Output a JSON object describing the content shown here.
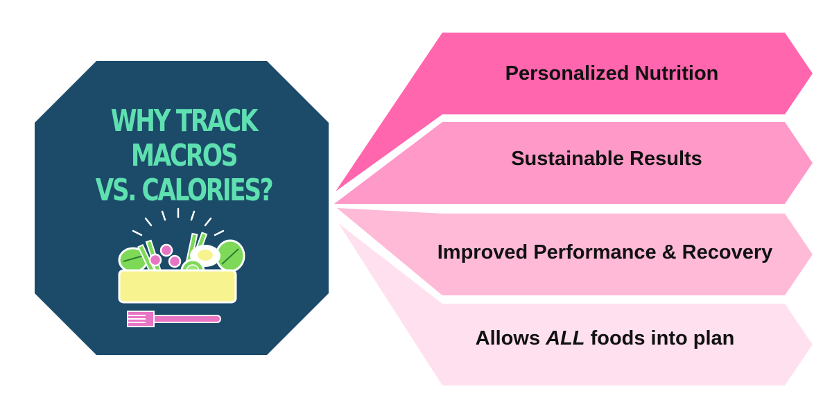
{
  "headline": {
    "line1": "WHY TRACK MACROS",
    "line2": "VS. CALORIES?"
  },
  "illustration": {
    "icon": "salad-bowl-icon",
    "fork_icon": "fork-icon"
  },
  "reasons": [
    {
      "label": "Personalized Nutrition",
      "color": "#ff66ad"
    },
    {
      "label": "Sustainable Results",
      "color": "#ff99c8"
    },
    {
      "label": "Improved Performance & Recovery",
      "color": "#ffbad8"
    },
    {
      "label_before": "Allows ",
      "label_emphasis": "ALL",
      "label_after": " foods into plan",
      "color": "#ffe0ee"
    }
  ],
  "colors": {
    "panel": "#1b4b69",
    "headline": "#5fe0b0",
    "bowl": "#f7f38f",
    "greens": "#7dd957",
    "radish": "#e874c4",
    "fork": "#e874c4"
  }
}
